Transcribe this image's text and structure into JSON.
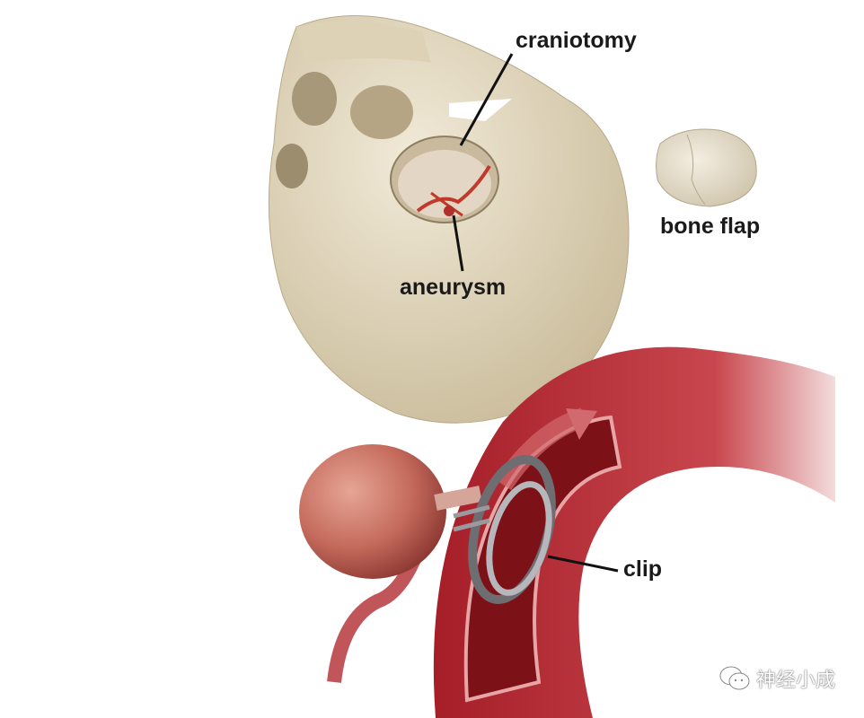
{
  "labels": {
    "craniotomy": "craniotomy",
    "aneurysm": "aneurysm",
    "bone_flap": "bone flap",
    "clip": "clip"
  },
  "watermark": {
    "icon": "wechat-icon",
    "text": "神经小成"
  },
  "colors": {
    "skull": "#e6dcc4",
    "artery": "#b5232c",
    "aneurysm": "#c8655a",
    "clip": "#8a8a8e"
  }
}
